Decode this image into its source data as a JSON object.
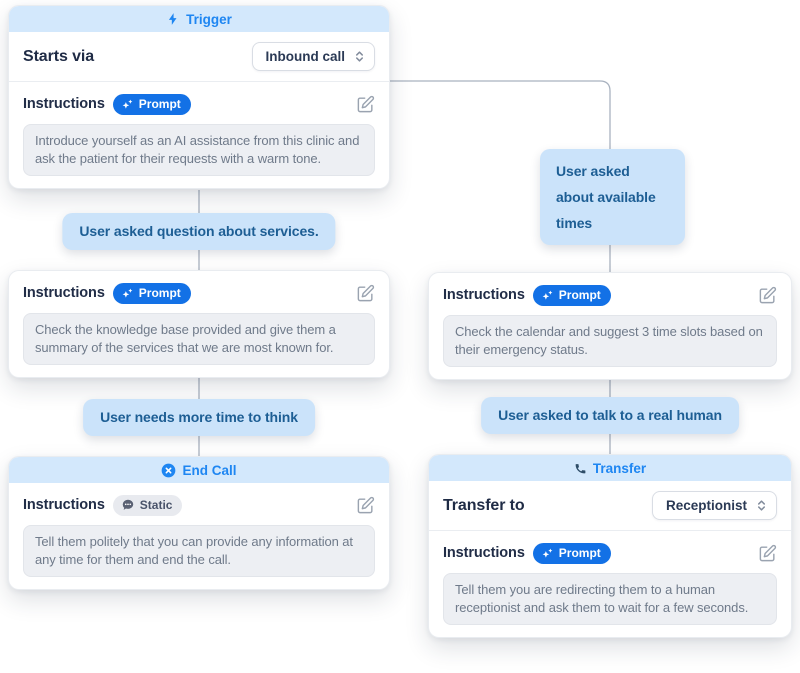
{
  "nodes": {
    "trigger": {
      "title": "Trigger",
      "starts_via_label": "Starts via",
      "starts_via_value": "Inbound call",
      "instructions_label": "Instructions",
      "badge_label": "Prompt",
      "body": "Introduce yourself as an AI assistance from this clinic and ask the patient for their requests with a warm tone."
    },
    "services": {
      "instructions_label": "Instructions",
      "badge_label": "Prompt",
      "body": "Check the knowledge base provided and give them a summary of the services that we are most known for."
    },
    "calendar": {
      "instructions_label": "Instructions",
      "badge_label": "Prompt",
      "body": "Check the calendar and suggest 3 time slots based on their emergency status."
    },
    "end_call": {
      "title": "End Call",
      "instructions_label": "Instructions",
      "badge_label": "Static",
      "body": "Tell them politely that you can provide any information at any time for them and end the call."
    },
    "transfer": {
      "title": "Transfer",
      "transfer_to_label": "Transfer to",
      "transfer_to_value": "Receptionist",
      "instructions_label": "Instructions",
      "badge_label": "Prompt",
      "body": "Tell them you are redirecting them to a human receptionist and ask them to wait for a few seconds."
    }
  },
  "edges": {
    "services": {
      "label": "User asked question about services."
    },
    "times": {
      "label": "User asked about available times"
    },
    "think": {
      "label": "User needs more time to think"
    },
    "human": {
      "label": "User asked to talk to a real human"
    }
  },
  "icons": {
    "trigger": "lightning-icon",
    "end_call": "end-call-icon",
    "transfer": "phone-icon",
    "prompt": "sparkle-icon",
    "static": "speech-bubble-icon",
    "edit": "edit-pencil-icon"
  },
  "colors": {
    "accent_blue": "#1e86f2",
    "badge_blue": "#1371e6",
    "node_header_bg": "#d3e8fc",
    "edge_label_bg": "#cbe3fa",
    "edge_label_text": "#1d5e94",
    "connector_line": "#a9b2bf",
    "instruction_box_bg": "#edeff3"
  }
}
